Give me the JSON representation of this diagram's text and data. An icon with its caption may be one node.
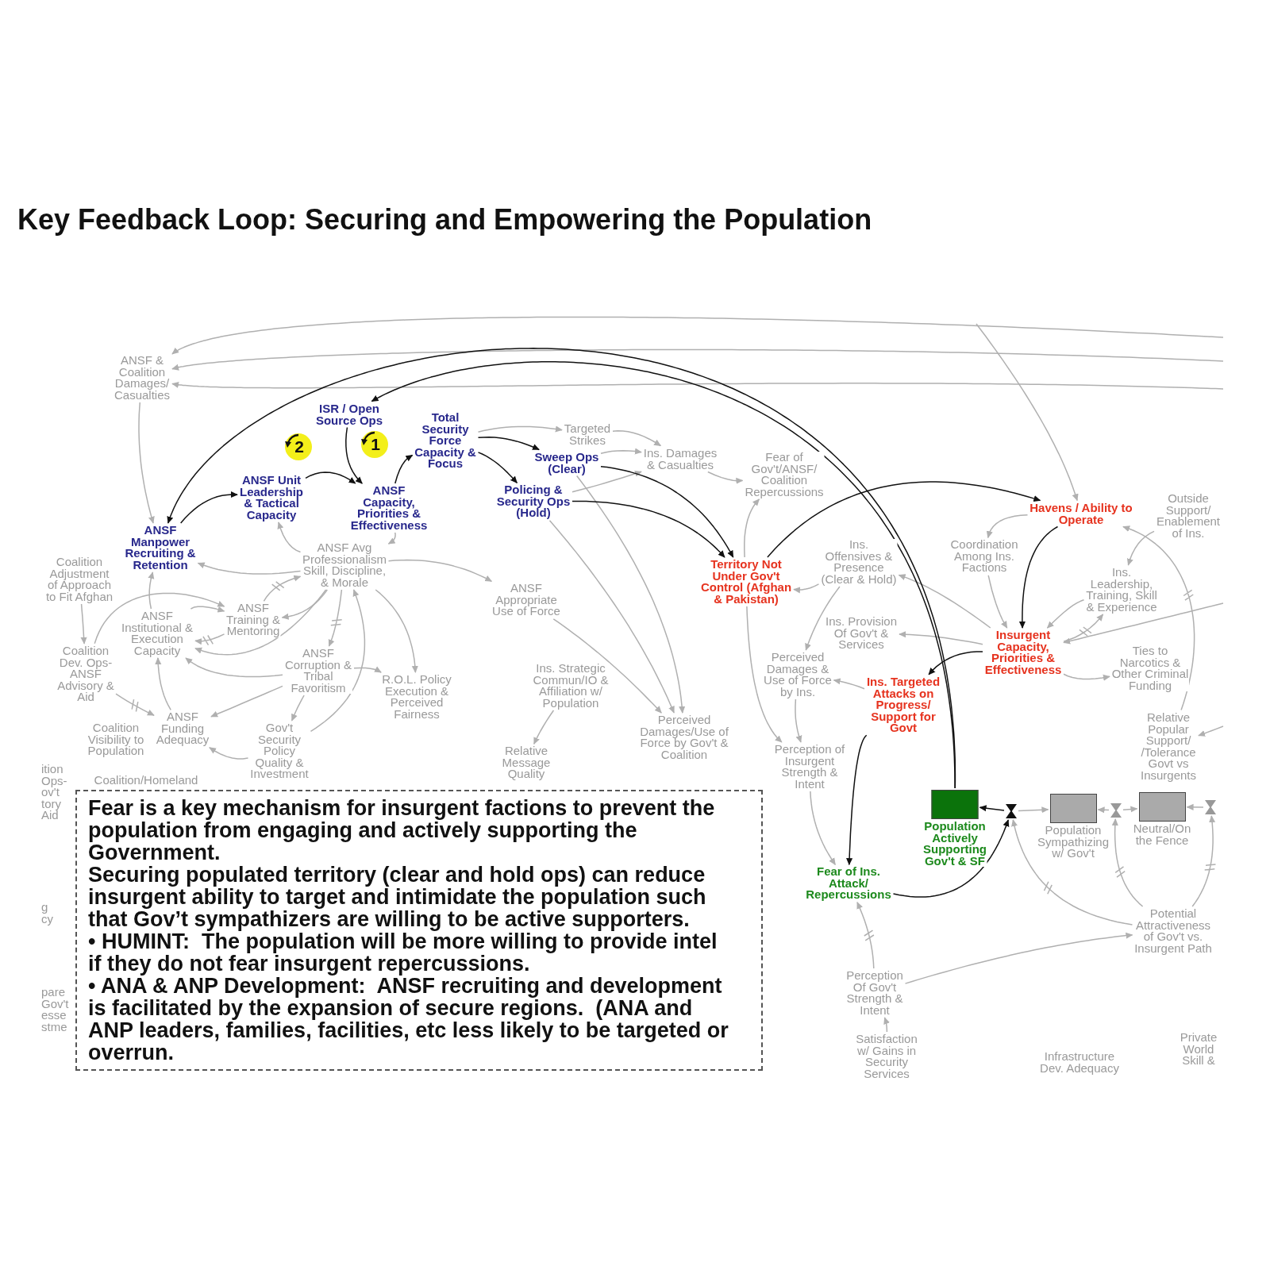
{
  "diagram": {
    "title": "Key Feedback Loop: Securing and Empowering the Population",
    "nodes": [
      {
        "text": [
          "ANSF & Coalition Damages/ Casualties"
        ]
      },
      {
        "text": [
          "ISR / Open Source Ops"
        ]
      },
      {
        "text": [
          "Total Security Force Capacity & Focus"
        ]
      },
      {
        "text": [
          "2"
        ]
      },
      {
        "text": [
          "1"
        ]
      },
      {
        "text": [
          "Targeted Strikes"
        ]
      },
      {
        "text": [
          "Sweep Ops (Clear)"
        ]
      },
      {
        "text": [
          "Ins. Damages & Casualties"
        ]
      },
      {
        "text": [
          "Fear of Gov't/ANSF/ Coalition Repercussions"
        ]
      },
      {
        "text": [
          "ANSF Unit Leadership & Tactical Capacity"
        ]
      },
      {
        "text": [
          "ANSF Capacity, Priorities & Effectiveness"
        ]
      },
      {
        "text": [
          "Policing & Security Ops (Hold)"
        ]
      },
      {
        "text": [
          "Havens / Ability to Operate"
        ]
      },
      {
        "text": [
          "Outside Support/ Enablement of Ins."
        ]
      },
      {
        "text": [
          "ANSF Manpower Recruiting & Retention"
        ]
      },
      {
        "text": [
          "Coordination Among Ins. Factions"
        ]
      },
      {
        "text": [
          "ANSF Avg Professionalism Skill, Discipline, & Morale"
        ]
      },
      {
        "text": [
          "Ins. Offensives & Presence (Clear & Hold)"
        ]
      },
      {
        "text": [
          "Coalition Adjustment of Approach to Fit Afghan"
        ]
      },
      {
        "text": [
          "Territory Not Under Gov't Control (Afghan & Pakistan)"
        ]
      },
      {
        "text": [
          "Ins. Leadership, Training, Skill & Experience"
        ]
      },
      {
        "text": [
          "ANSF Appropriate Use of Force"
        ]
      },
      {
        "text": [
          "ANSF Training & Mentoring"
        ]
      },
      {
        "text": [
          "ANSF Institutional & Execution Capacity"
        ]
      },
      {
        "text": [
          "Ins. Provision Of Gov't & Services"
        ]
      },
      {
        "text": [
          "Insurgent Capacity, Priorities & Effectiveness"
        ]
      },
      {
        "text": [
          "Ties to Narcotics & Other Criminal Funding"
        ]
      },
      {
        "text": [
          "ANSF Corruption & Tribal Favoritism"
        ]
      },
      {
        "text": [
          "Perceived Damages & Use of Force by Ins."
        ]
      },
      {
        "text": [
          "Coalition Dev. Ops- ANSF Advisory & Aid"
        ]
      },
      {
        "text": [
          "Ins. Strategic Commun/IO & Affiliation w/ Population"
        ]
      },
      {
        "text": [
          "R.O.L. Policy Execution & Perceived Fairness"
        ]
      },
      {
        "text": [
          "Ins. Targeted Attacks on Progress/ Support for Govt"
        ]
      },
      {
        "text": [
          "ANSF Funding Adequacy"
        ]
      },
      {
        "text": [
          "Coalition Visibility to Population"
        ]
      },
      {
        "text": [
          "Perceived Damages/Use of Force by Gov't & Coalition"
        ]
      },
      {
        "text": [
          "Relative Popular Support/ /Tolerance Govt vs Insurgents"
        ]
      },
      {
        "text": [
          "Gov't Security Policy Quality & Investment"
        ]
      },
      {
        "text": [
          "Relative Message Quality"
        ]
      },
      {
        "text": [
          "Perception of Insurgent Strength & Intent"
        ]
      },
      {
        "text": [
          "Coalition/Homeland"
        ]
      },
      {
        "text": [
          "Fear is a key mechanism for insurgent factions to prevent the population from engaging and actively supporting the Government.",
          "Securing populated territory (clear and hold ops) can reduce insurgent ability to target and intimidate the population such that Gov’t sympathizers are willing to be active supporters.",
          "• HUMINT:  The population will be more willing to provide intel if they do not fear insurgent repercussions.",
          "• ANA & ANP Development:  ANSF recruiting and development is facilitated by the expansion of secure regions.  (ANA and ANP leaders, families, facilities, etc less likely to be targeted or overrun."
        ]
      },
      {
        "text": [
          "Population Actively Supporting Gov't & SF"
        ]
      },
      {
        "text": [],
        "shape": "valve"
      },
      {
        "text": [
          "Population Sympathizing w/ Gov't"
        ]
      },
      {
        "text": [],
        "shape": "valve"
      },
      {
        "text": [
          "Neutral/On the Fence"
        ]
      },
      {
        "text": [],
        "shape": "valve"
      },
      {
        "text": [
          "Fear of Ins. Attack/ Repercussions"
        ]
      },
      {
        "text": [
          "Potential Attractiveness of Gov't vs. Insurgent Path"
        ]
      },
      {
        "text": [
          "Perception Of Gov't Strength & Intent"
        ]
      },
      {
        "text": [
          "Private World Skill &"
        ]
      },
      {
        "text": [
          "Satisfaction w/ Gains in Security Services"
        ]
      },
      {
        "text": [
          "Infrastructure Dev. Adequacy"
        ]
      }
    ],
    "edges": [
      {
        "from": 42,
        "to": 14,
        "arrow": "to",
        "color": "#111111"
      },
      {
        "from": 42,
        "to": 1,
        "arrow": "to",
        "color": "#111111"
      },
      {
        "from": 14,
        "to": 9,
        "arrow": "to",
        "color": "#111111"
      },
      {
        "from": 9,
        "to": 10,
        "arrow": "to",
        "color": "#111111"
      },
      {
        "from": 1,
        "to": 10,
        "arrow": "to",
        "color": "#111111"
      },
      {
        "from": 10,
        "to": 2,
        "arrow": "to",
        "color": "#111111"
      },
      {
        "from": 2,
        "to": 6,
        "arrow": "to",
        "color": "#111111"
      },
      {
        "from": 2,
        "to": 11,
        "arrow": "to",
        "color": "#111111"
      },
      {
        "from": 6,
        "to": 19,
        "arrow": "to",
        "color": "#111111"
      },
      {
        "from": 11,
        "to": 19,
        "arrow": "to",
        "color": "#111111"
      },
      {
        "from": 19,
        "to": 12,
        "arrow": "to",
        "color": "#111111"
      },
      {
        "from": 12,
        "to": 25,
        "arrow": "to",
        "color": "#111111"
      },
      {
        "from": 25,
        "to": 32,
        "arrow": "to",
        "color": "#111111"
      },
      {
        "from": 32,
        "to": 48,
        "arrow": "to",
        "color": "#111111"
      },
      {
        "from": 48,
        "to": 43,
        "arrow": "to",
        "color": "#111111"
      },
      {
        "from": 43,
        "to": 42,
        "arrow": "to",
        "color": "#111111"
      },
      {
        "from": 43,
        "to": 44,
        "arrow": "to"
      },
      {
        "from": 45,
        "to": 44,
        "arrow": "to"
      },
      {
        "from": 45,
        "to": 46,
        "arrow": "to"
      },
      {
        "from": 47,
        "to": 46,
        "arrow": "to"
      },
      {
        "from": 2,
        "to": 5,
        "arrow": "to"
      },
      {
        "from": 5,
        "to": 7,
        "arrow": "to"
      },
      {
        "from": 6,
        "to": 7,
        "arrow": "to"
      },
      {
        "from": 11,
        "to": 7,
        "arrow": "to"
      },
      {
        "from": 7,
        "to": 8,
        "arrow": "to"
      },
      {
        "from": 19,
        "to": 8,
        "arrow": "to"
      },
      {
        "from": 17,
        "to": 19,
        "arrow": "to"
      },
      {
        "from": 25,
        "to": 24,
        "arrow": "to"
      },
      {
        "from": 25,
        "to": 17,
        "arrow": "to"
      },
      {
        "from": 12,
        "to": 15,
        "arrow": "to"
      },
      {
        "from": 15,
        "to": 25,
        "arrow": "to"
      },
      {
        "from": 20,
        "to": 25,
        "arrow": "to"
      },
      {
        "from": 25,
        "to": 20,
        "arrow": "to"
      },
      {
        "from": 13,
        "to": 20,
        "arrow": "to"
      },
      {
        "from": 36,
        "to": 12,
        "arrow": "to"
      },
      {
        "from": 25,
        "to": 26,
        "arrow": "to"
      },
      {
        "from": 32,
        "to": 28,
        "arrow": "to"
      },
      {
        "from": 28,
        "to": 39,
        "arrow": "to"
      },
      {
        "from": 17,
        "to": 28,
        "arrow": "to"
      },
      {
        "from": 19,
        "to": 39,
        "arrow": "to"
      },
      {
        "from": 30,
        "to": 38,
        "arrow": "to"
      },
      {
        "from": 21,
        "to": 35,
        "arrow": "to"
      },
      {
        "from": 6,
        "to": 35,
        "arrow": "to"
      },
      {
        "from": 11,
        "to": 35,
        "arrow": "to"
      },
      {
        "from": 10,
        "to": 16,
        "arrow": "to"
      },
      {
        "from": 16,
        "to": 9,
        "arrow": "to"
      },
      {
        "from": 16,
        "to": 14,
        "arrow": "to"
      },
      {
        "from": 16,
        "to": 21,
        "arrow": "to"
      },
      {
        "from": 22,
        "to": 16,
        "arrow": "to"
      },
      {
        "from": 16,
        "to": 22,
        "arrow": "to"
      },
      {
        "from": 23,
        "to": 22,
        "arrow": "to"
      },
      {
        "from": 22,
        "to": 23,
        "arrow": "to"
      },
      {
        "from": 16,
        "to": 27,
        "arrow": "to"
      },
      {
        "from": 16,
        "to": 23,
        "arrow": "to"
      },
      {
        "from": 27,
        "to": 23,
        "arrow": "to"
      },
      {
        "from": 27,
        "to": 33,
        "arrow": "to"
      },
      {
        "from": 27,
        "to": 37,
        "arrow": "to"
      },
      {
        "from": 27,
        "to": 31,
        "arrow": "to"
      },
      {
        "from": 37,
        "to": 33,
        "arrow": "to"
      },
      {
        "from": 33,
        "to": 23,
        "arrow": "to"
      },
      {
        "from": 29,
        "to": 33,
        "arrow": "to"
      },
      {
        "from": 18,
        "to": 29,
        "arrow": "to"
      },
      {
        "from": 29,
        "to": 22,
        "arrow": "to"
      },
      {
        "from": 23,
        "to": 14,
        "arrow": "to"
      },
      {
        "from": 0,
        "to": 14,
        "arrow": "to"
      },
      {
        "from": 37,
        "to": 16,
        "arrow": "to"
      },
      {
        "from": 16,
        "to": 31,
        "arrow": "to"
      },
      {
        "from": 49,
        "to": 43,
        "arrow": "to"
      },
      {
        "from": 49,
        "to": 45,
        "arrow": "to"
      },
      {
        "from": 49,
        "to": 47,
        "arrow": "to"
      },
      {
        "from": 50,
        "to": 49,
        "arrow": "to"
      },
      {
        "from": 52,
        "to": 50,
        "arrow": "to"
      },
      {
        "from": 50,
        "to": 48,
        "arrow": "to"
      },
      {
        "from": 39,
        "to": 48,
        "arrow": "to"
      },
      {
        "from": null,
        "to": 0,
        "arrow": "to"
      },
      {
        "from": null,
        "to": 0,
        "arrow": "to"
      },
      {
        "from": null,
        "to": 0,
        "arrow": "to"
      },
      {
        "from": null,
        "to": 25,
        "arrow": "to"
      },
      {
        "from": null,
        "to": 12,
        "arrow": "to"
      },
      {
        "from": null,
        "to": 36,
        "arrow": "to"
      }
    ],
    "labels": [
      "ition Ops- ov't tory Aid",
      "g cy",
      "pare Gov't esse stme"
    ]
  }
}
